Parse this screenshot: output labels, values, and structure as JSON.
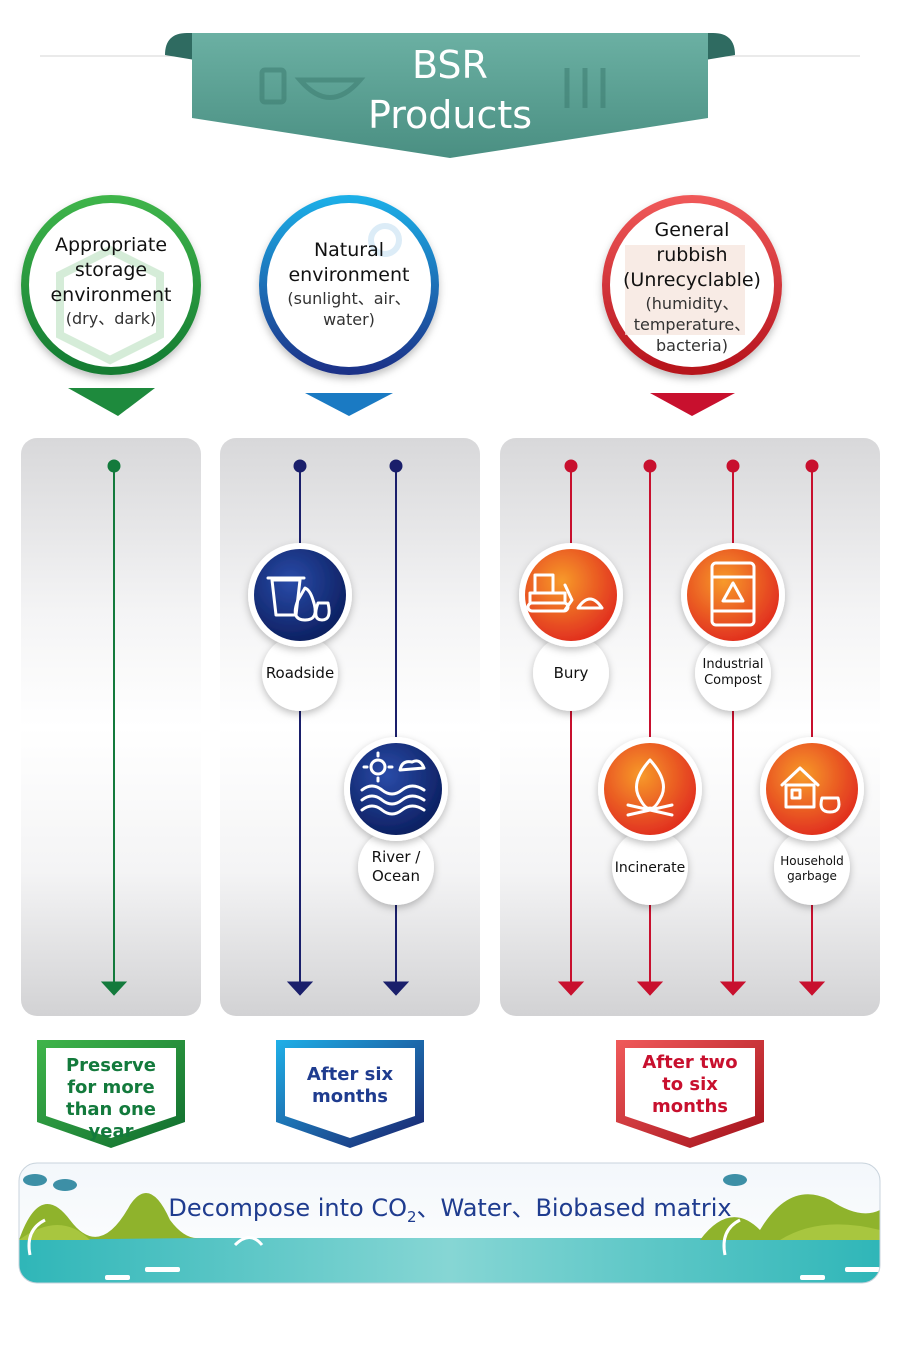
{
  "banner": {
    "line1": "BSR",
    "line2": "Products"
  },
  "columns": [
    {
      "title": "Appropriate storage environment",
      "subtitle": "(dry、dark)",
      "color": "#1b8a3a"
    },
    {
      "title": "Natural environment",
      "subtitle": "(sunlight、air、water)",
      "color": "#1a9ad6"
    },
    {
      "title": "General rubbish (Unrecyclable)",
      "subtitle": "(humidity、temperature、bacteria)",
      "color": "#c8102e"
    }
  ],
  "nodes": {
    "roadside": "Roadside",
    "river_ocean": "River / Ocean",
    "bury": "Bury",
    "industrial_compost": "Industrial Compost",
    "incinerate": "Incinerate",
    "household_garbage": "Household garbage"
  },
  "results": {
    "preserve": "Preserve for more than one year",
    "six_months": "After six months",
    "two_to_six": "After two to six months"
  },
  "footer": {
    "prefix": "Decompose into CO",
    "subscript": "2",
    "suffix": "、Water、Biobased matrix"
  },
  "icons": [
    "cup-icon",
    "bowl-icon",
    "cutlery-icon",
    "box-icon",
    "sun-icon",
    "trash-bag-icon",
    "wave-icon",
    "bulldozer-icon",
    "barrel-icon",
    "fire-icon",
    "house-icon",
    "cycle-icon"
  ]
}
